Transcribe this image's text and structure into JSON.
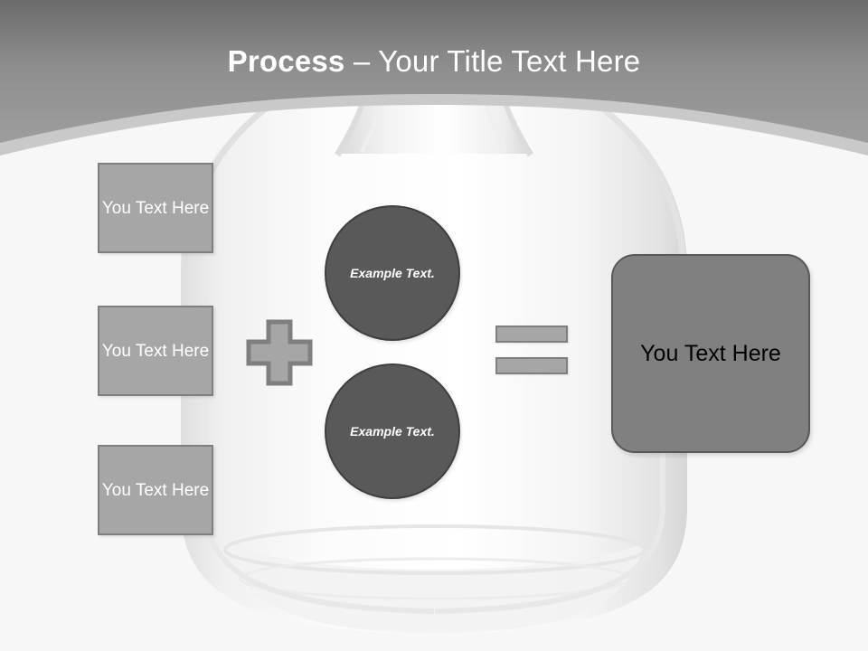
{
  "slide": {
    "title_strong": "Process",
    "title_rest": " – Your Title Text Here",
    "background_color": "#f7f7f7",
    "header_color_top": "#6f6f6f",
    "header_color_bottom": "#9a9a9a",
    "header_accent_color": "#c9c9c9",
    "title_color": "#ffffff"
  },
  "inputs": {
    "items": [
      {
        "label": "You Text Here"
      },
      {
        "label": "You Text Here"
      },
      {
        "label": "You Text Here"
      }
    ],
    "fill_color": "#a6a6a6",
    "border_color": "#7f7f7f",
    "text_color": "#ffffff"
  },
  "operators": {
    "plus": "plus-operator",
    "equals": "equals-operator",
    "fill_color": "#a6a6a6",
    "border_color": "#7f7f7f"
  },
  "circles": {
    "items": [
      {
        "label": "Example Text."
      },
      {
        "label": "Example Text."
      }
    ],
    "fill_color": "#595959",
    "border_color": "#3f3f3f",
    "text_color": "#ffffff"
  },
  "result": {
    "label": "You Text Here",
    "fill_color": "#808080",
    "border_color": "#585858",
    "text_color": "#000000"
  },
  "watermark": {
    "name": "glass-decanter-watermark"
  }
}
